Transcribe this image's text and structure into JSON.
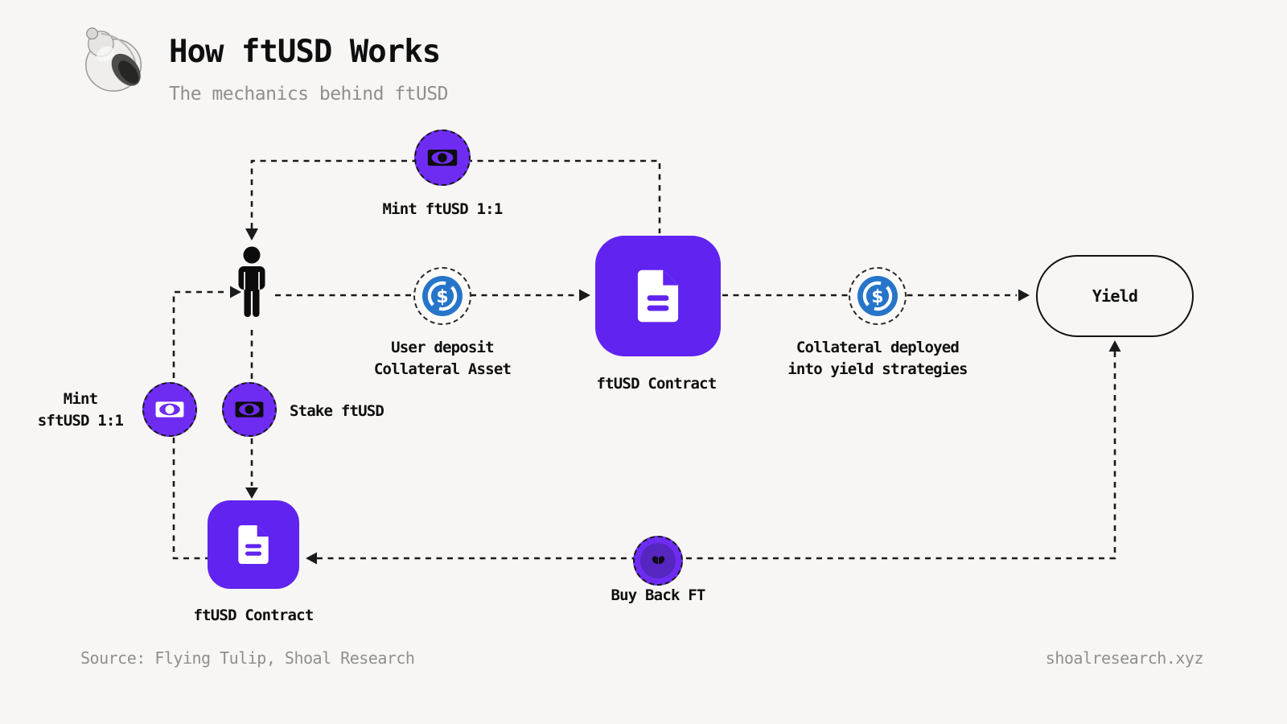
{
  "header": {
    "title": "How ftUSD Works",
    "subtitle": "The mechanics behind ftUSD"
  },
  "nodes": {
    "mint_ftusd": {
      "label": "Mint ftUSD 1:1",
      "icon": "banknote-icon"
    },
    "user": {
      "icon": "person-icon"
    },
    "user_deposit": {
      "line1": "User deposit",
      "line2": "Collateral Asset",
      "icon": "usdc-coin-icon"
    },
    "ftusd_contract_main": {
      "label": "ftUSD Contract",
      "icon": "document-icon"
    },
    "collateral_deployed": {
      "line1": "Collateral deployed",
      "line2": "into yield strategies",
      "icon": "usdc-coin-icon"
    },
    "yield": {
      "label": "Yield"
    },
    "mint_sftusd": {
      "line1": "Mint",
      "line2": "sftUSD 1:1",
      "icon": "banknote-icon-white"
    },
    "stake": {
      "label": "Stake ftUSD",
      "icon": "banknote-icon"
    },
    "ftusd_contract_staking": {
      "label": "ftUSD Contract",
      "icon": "document-icon"
    },
    "buy_back": {
      "label": "Buy Back FT",
      "icon": "tulip-icon"
    }
  },
  "footer": {
    "source": "Source: Flying Tulip, Shoal Research",
    "website": "shoalresearch.xyz"
  },
  "colors": {
    "background": "#f7f6f4",
    "purple_square": "#6123ef",
    "purple_circle": "#6e2cf3",
    "usdc_blue": "#2775ca",
    "ink": "#161616",
    "muted_gray": "#8f8f8f"
  }
}
